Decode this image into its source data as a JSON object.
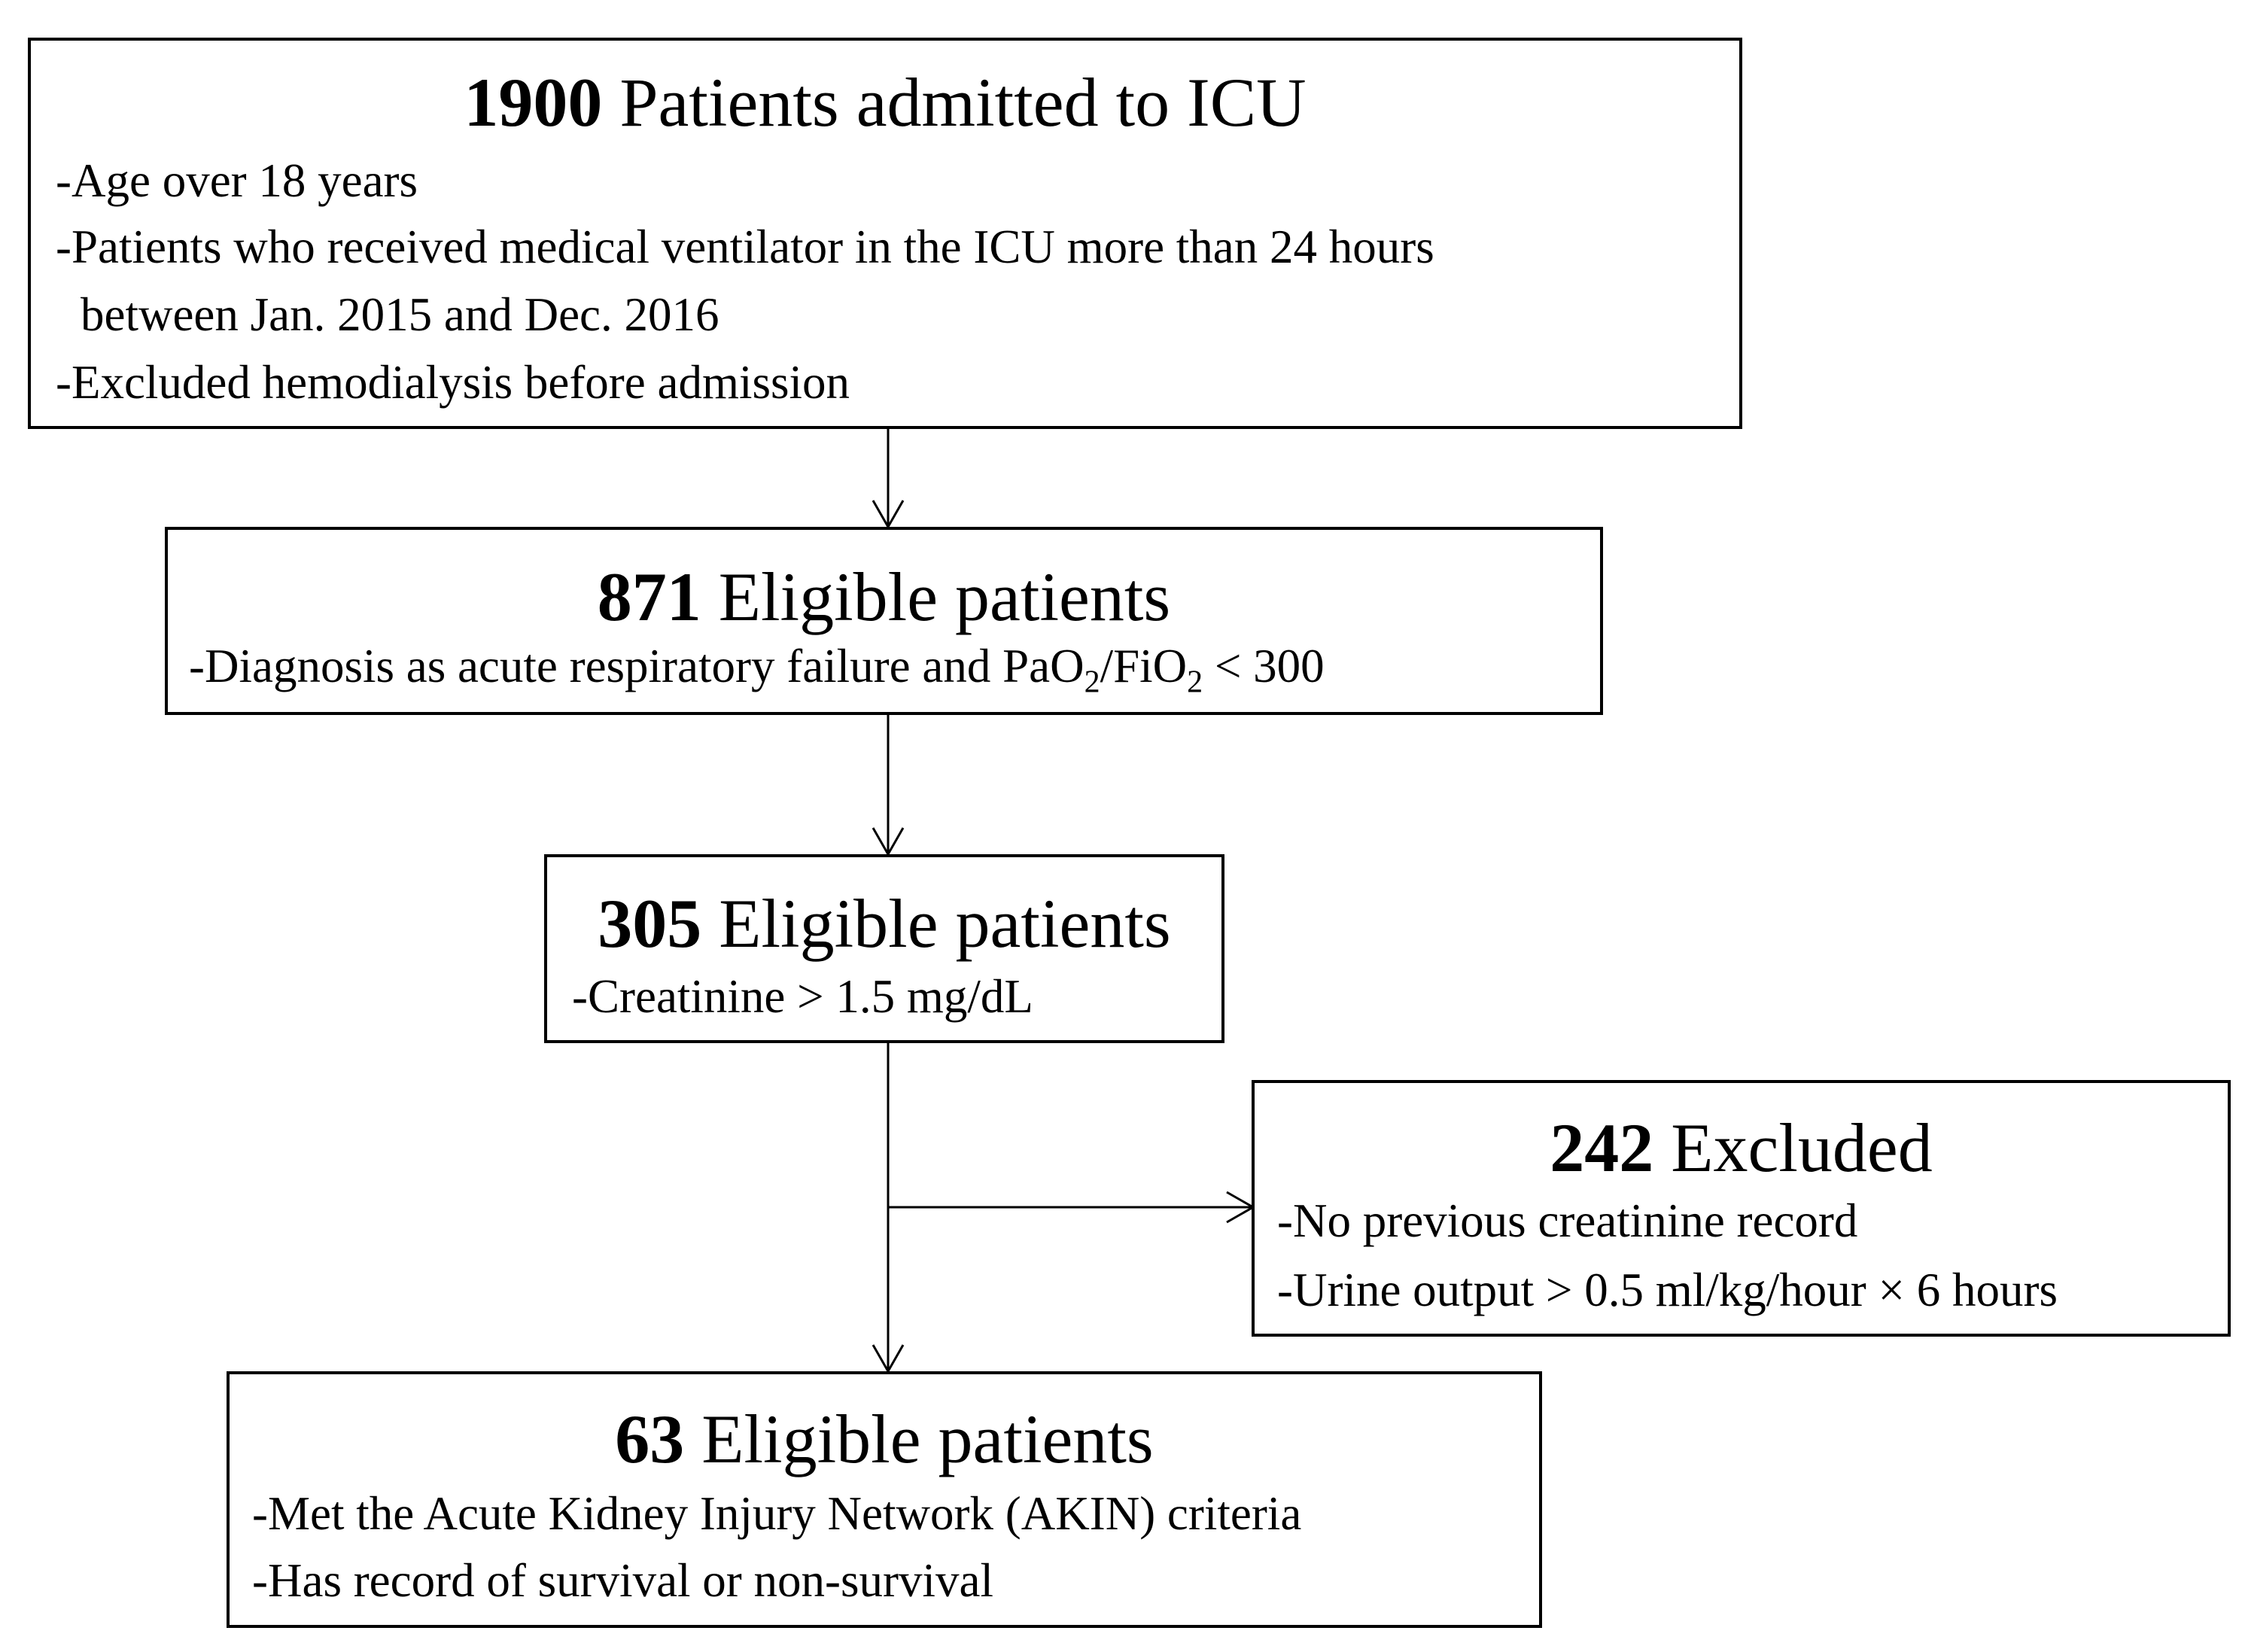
{
  "box1": {
    "count": "1900",
    "title": "Patients admitted to ICU",
    "lines": [
      "-Age over 18 years",
      "-Patients who received medical ventilator in the ICU more than 24 hours",
      "between Jan. 2015 and Dec. 2016",
      "-Excluded hemodialysis before admission"
    ]
  },
  "box2": {
    "count": "871",
    "title": "Eligible patients",
    "line_pre": "-Diagnosis as acute respiratory failure and PaO",
    "sub1": "2",
    "line_mid": "/FiO",
    "sub2": "2",
    "line_post": " < 300"
  },
  "box3": {
    "count": "305",
    "title": "Eligible patients",
    "lines": [
      "-Creatinine > 1.5 mg/dL"
    ]
  },
  "box4": {
    "count": "242",
    "title": "Excluded",
    "lines": [
      "-No previous creatinine record",
      "-Urine output > 0.5 ml/kg/hour × 6 hours"
    ]
  },
  "box5": {
    "count": "63",
    "title": "Eligible patients",
    "lines": [
      "-Met the Acute Kidney Injury Network (AKIN) criteria",
      "-Has record of survival or non-survival"
    ]
  }
}
